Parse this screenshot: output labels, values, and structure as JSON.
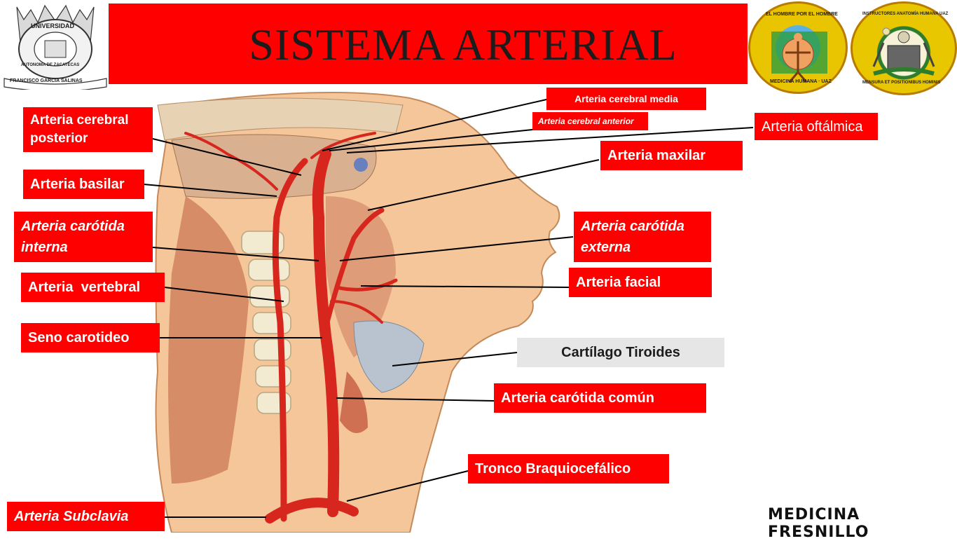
{
  "title": "SISTEMA ARTERIAL",
  "footer": "MEDICINA FRESNILLO",
  "logos": {
    "left": {
      "text_top": "UNIVERSIDAD",
      "text_bottom": "FRANCISCO GARCIA SALINAS",
      "text_side": "AUTONOMA DE ZACATECAS"
    },
    "middle": {
      "text_top": "EL HOMBRE POR EL HOMBRE",
      "text_bottom": "MEDICINA HUMANA · UAZ"
    },
    "right": {
      "text_top": "INSTRUCTORES ANATOMÍA HUMANA UAZ",
      "text_bottom": "MENSURA ET POSITIONIBUS HOMINIS"
    }
  },
  "labels": {
    "cerebral_posterior": "Arteria cerebral posterior",
    "basilar": "Arteria basilar",
    "carotida_interna": "Arteria carótida interna",
    "vertebral": "Arteria  vertebral",
    "seno_carotideo": "Seno carotideo",
    "subclavia": "Arteria Subclavia",
    "cerebral_media": "Arteria cerebral media",
    "cerebral_anterior": "Arteria cerebral anterior",
    "oftalmica": "Arteria oftálmica",
    "maxilar": "Arteria maxilar",
    "carotida_externa": "Arteria carótida externa",
    "facial": "Arteria facial",
    "cartilago_tiroides": "Cartílago Tiroides",
    "carotida_comun": "Arteria carótida común",
    "tronco_braquiocefalico": "Tronco Braquiocefálico"
  },
  "colors": {
    "label_bg": "#ff0000",
    "label_text": "#ffffff",
    "gray_label_bg": "#e6e6e6",
    "artery": "#d7261e"
  }
}
